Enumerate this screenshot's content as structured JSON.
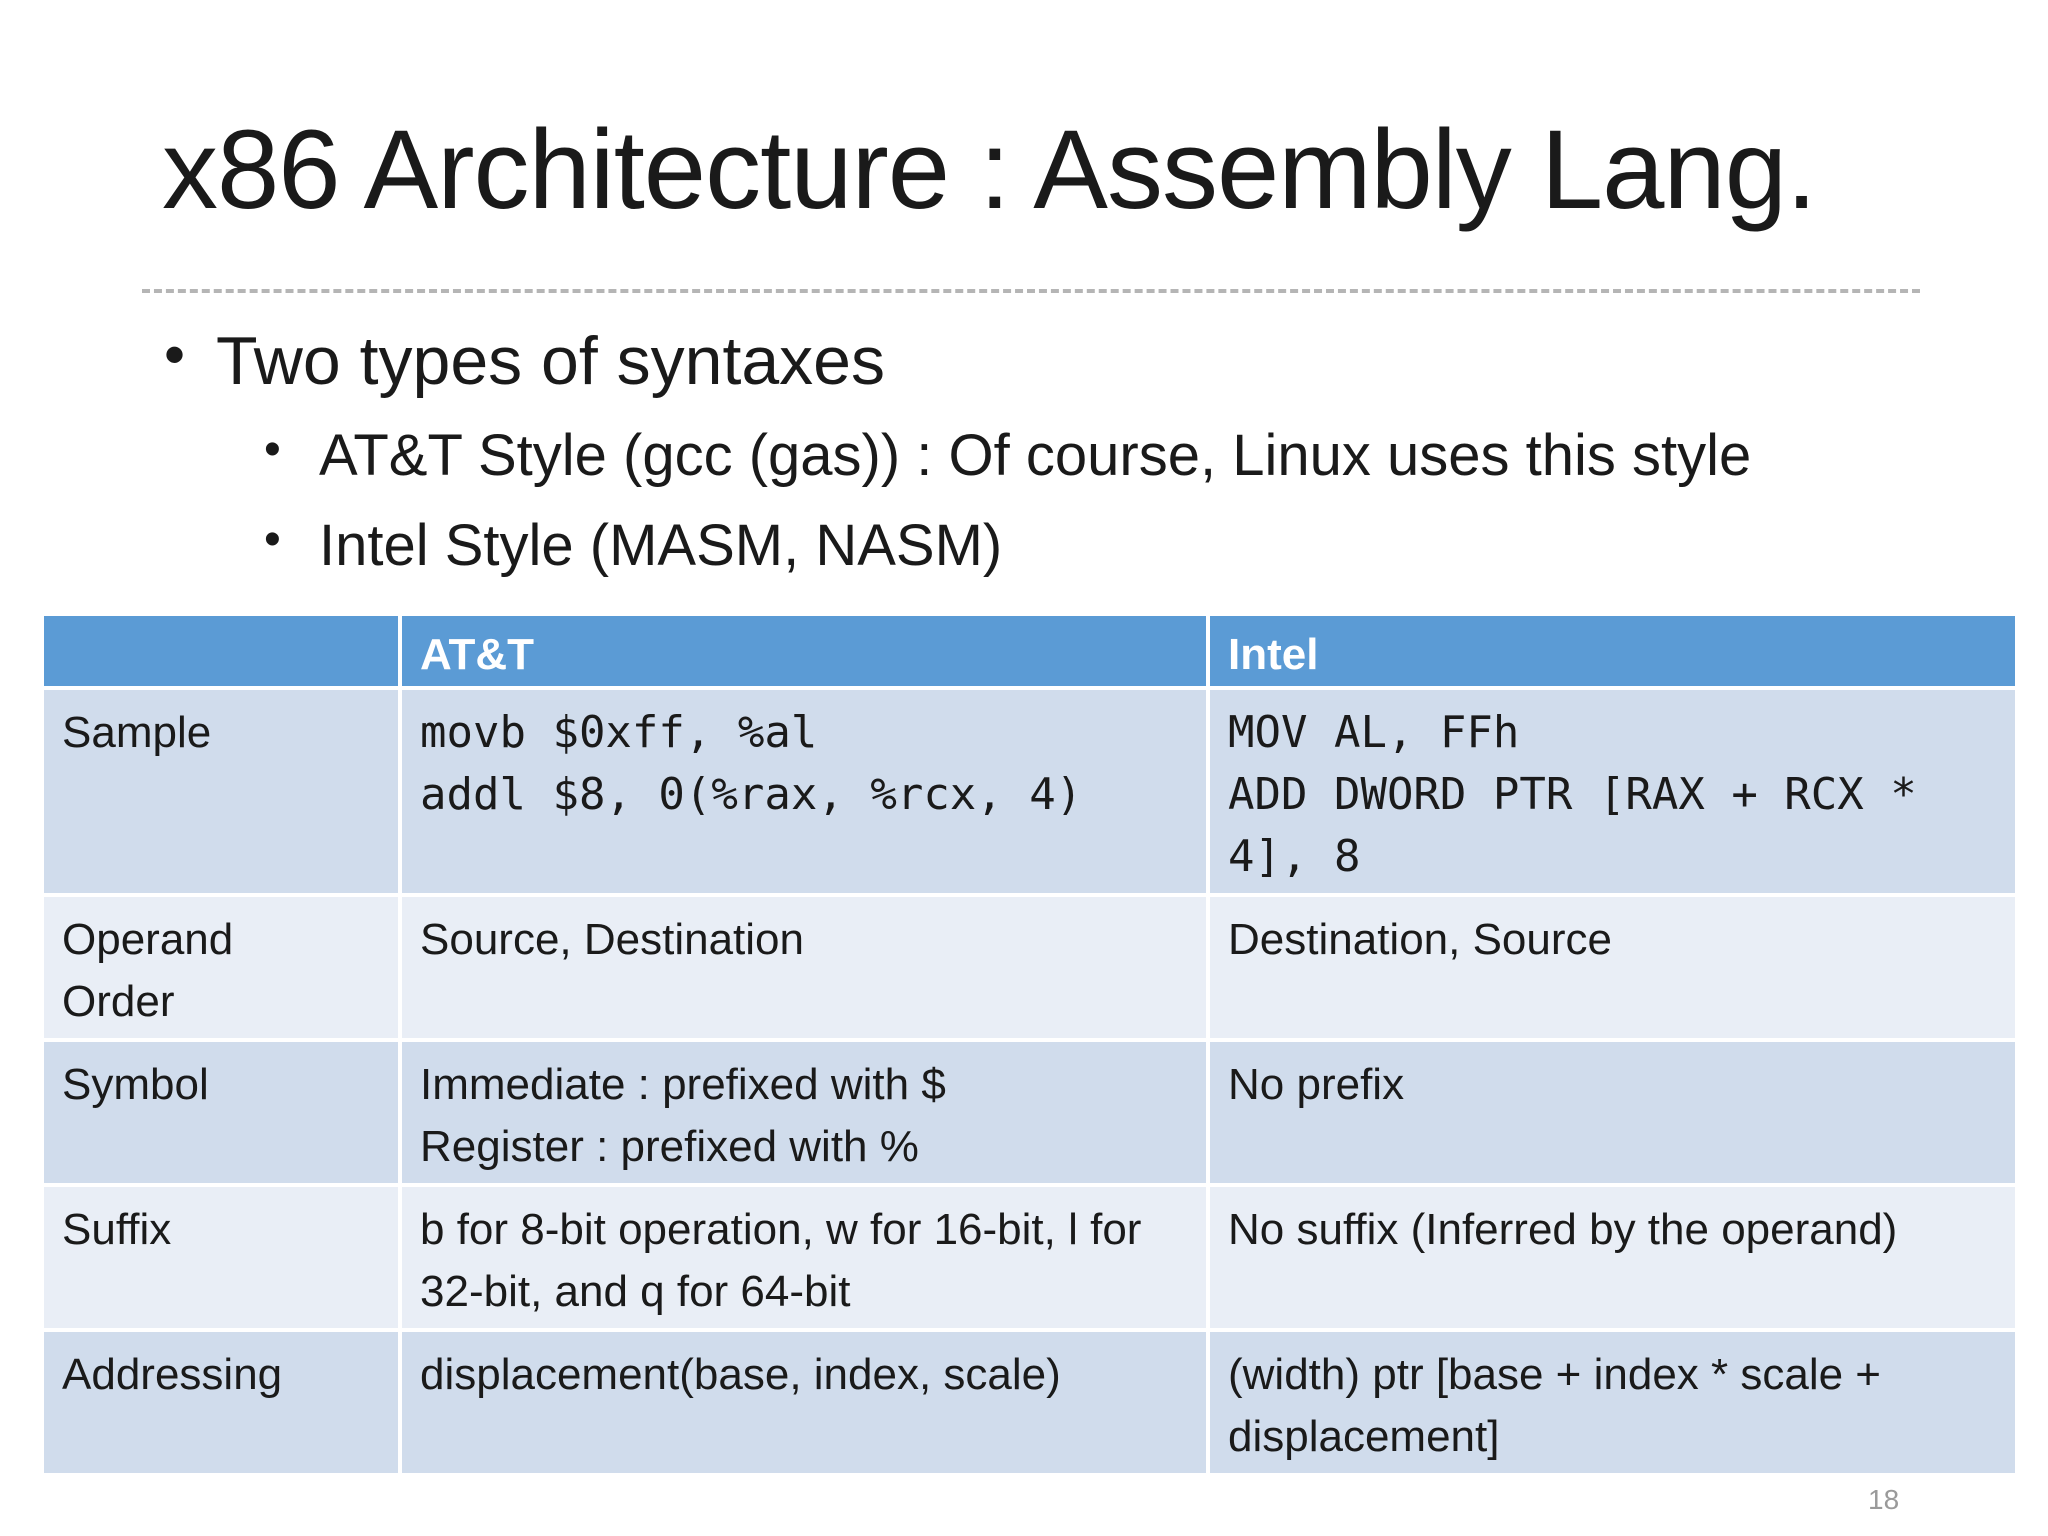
{
  "title": "x86 Architecture : Assembly Lang.",
  "bullets": {
    "main": "Two types of syntaxes",
    "sub": [
      "AT&T Style (gcc (gas)) : Of course, Linux uses this style",
      "Intel Style (MASM, NASM)"
    ]
  },
  "table": {
    "headers": [
      "",
      "AT&T",
      "Intel"
    ],
    "rows": [
      {
        "label": "Sample",
        "att": [
          "movb $0xff, %al",
          "addl $8, 0(%rax, %rcx, 4)"
        ],
        "intel": [
          "MOV AL, FFh",
          "ADD DWORD PTR [RAX + RCX * 4], 8"
        ]
      },
      {
        "label": "Operand Order",
        "att": "Source, Destination",
        "intel": "Destination, Source"
      },
      {
        "label": "Symbol",
        "att": [
          "Immediate : prefixed with $",
          "Register : prefixed with %"
        ],
        "intel": "No prefix"
      },
      {
        "label": "Suffix",
        "att": "b for 8-bit operation, w for 16-bit, l for 32-bit, and q for 64-bit",
        "intel": "No suffix (Inferred by the operand)"
      },
      {
        "label": "Addressing",
        "att": "displacement(base, index, scale)",
        "intel": "(width) ptr [base + index * scale + displacement]"
      }
    ]
  },
  "page_number": "18",
  "colors": {
    "header_bg": "#5b9bd5",
    "row_dark": "#d0dcec",
    "row_light": "#e9eef6"
  }
}
